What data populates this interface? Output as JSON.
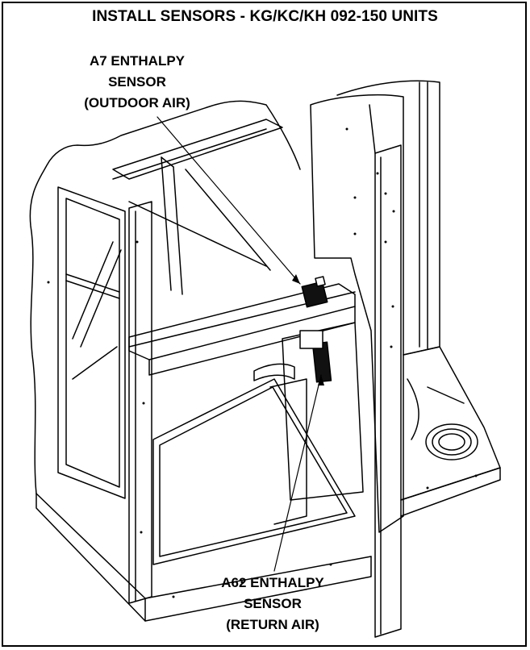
{
  "title": "INSTALL SENSORS - KG/KC/KH 092-150 UNITS",
  "callouts": {
    "a7": {
      "line1": "A7 ENTHALPY",
      "line2": "SENSOR",
      "line3": "(OUTDOOR AIR)"
    },
    "a62": {
      "line1": "A62 ENTHALPY",
      "line2": "SENSOR",
      "line3": "(RETURN AIR)"
    }
  },
  "colors": {
    "line": "#000000",
    "background": "#ffffff",
    "sensor": "#111111"
  }
}
